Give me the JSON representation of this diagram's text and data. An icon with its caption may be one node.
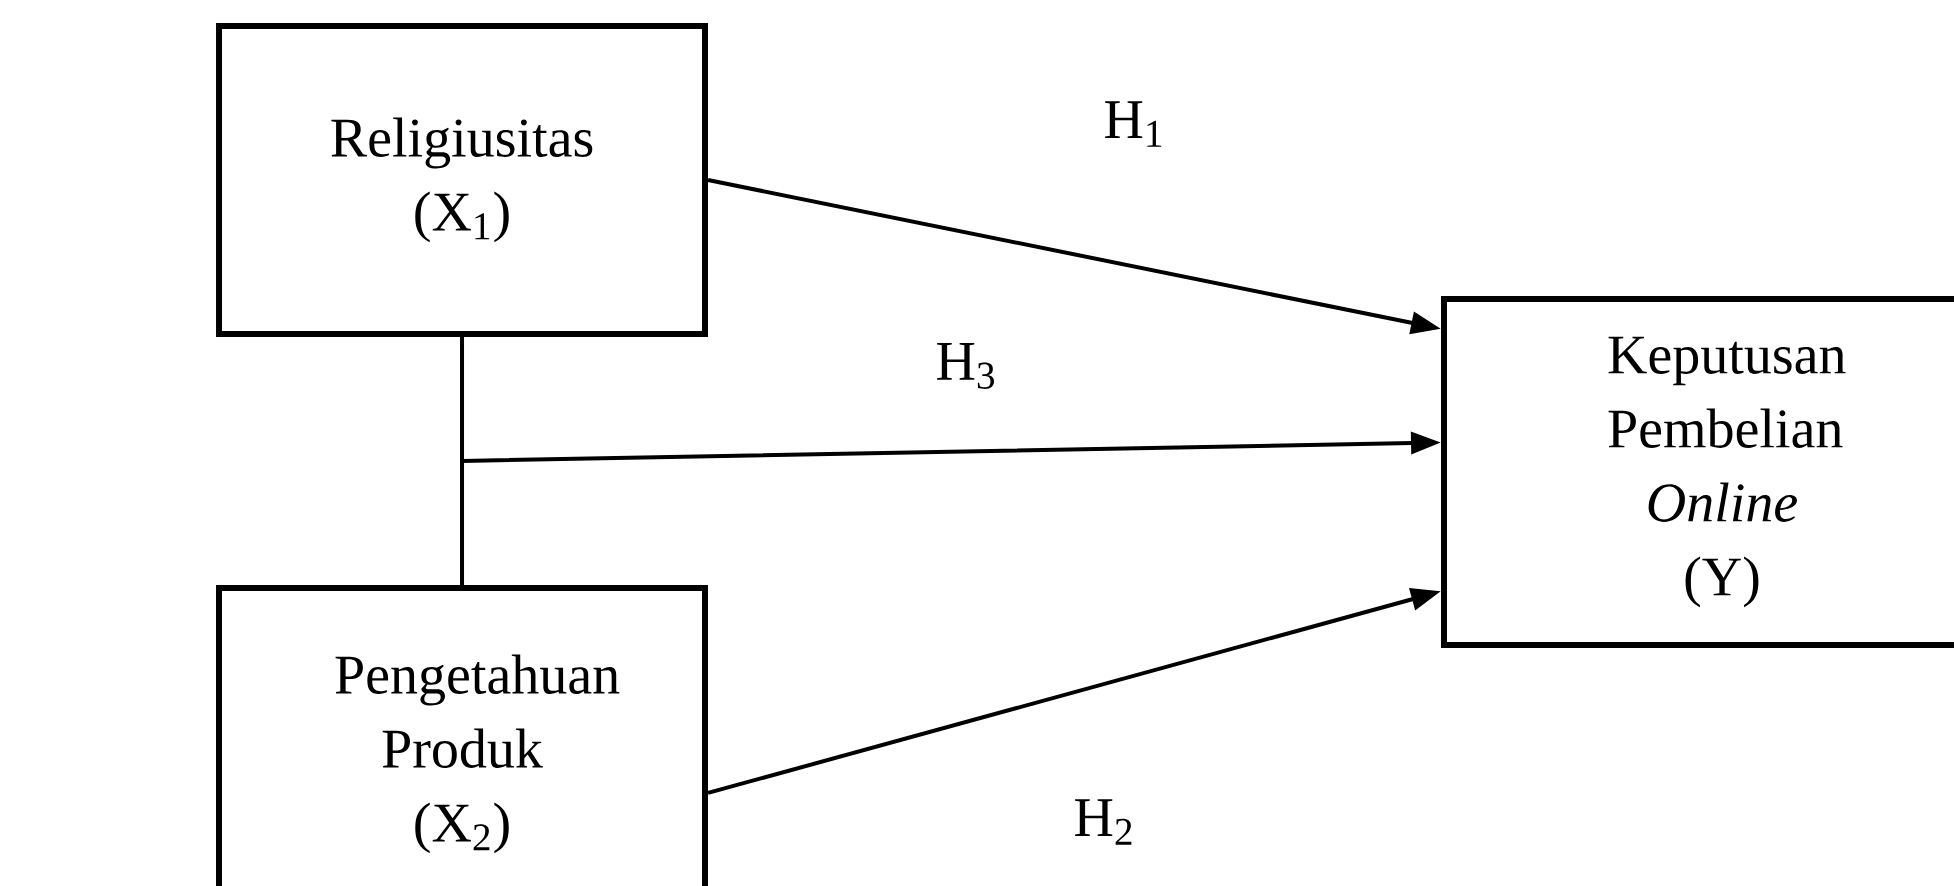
{
  "diagram": {
    "nodes": [
      {
        "text": [
          "Religiusitas (X$_{1}$)"
        ]
      },
      {
        "text": [
          "Pengetahuan Produk (X$_{2}$)"
        ]
      },
      {
        "text": [
          "Keputusan Pembelian *Online* (Y)"
        ]
      }
    ],
    "edges": [
      {
        "from": 0,
        "to": 2,
        "arrow": "to",
        "label": "H$_{1}$"
      },
      {
        "from": 1,
        "to": 2,
        "arrow": "to",
        "label": "H$_{2}$"
      },
      {
        "from": 0,
        "to": 2,
        "arrow": "to",
        "label": "H$_{3}$"
      },
      {
        "from": 1,
        "to": 2,
        "arrow": "to"
      }
    ]
  }
}
